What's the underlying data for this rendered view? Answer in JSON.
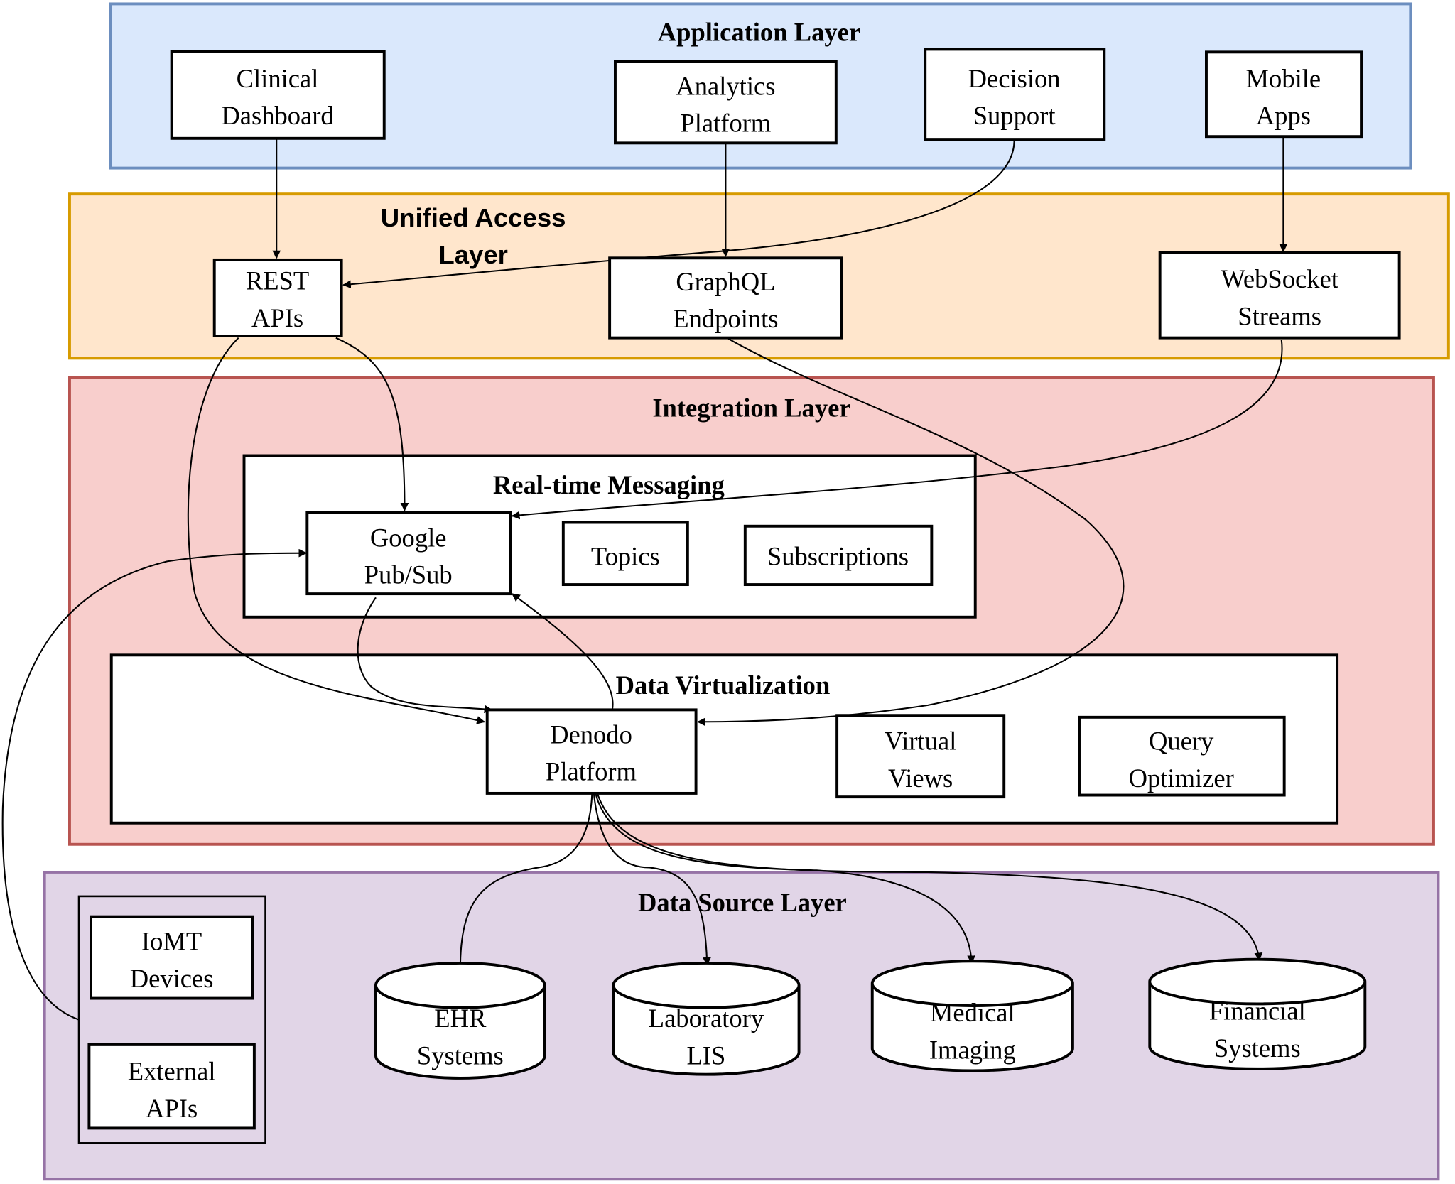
{
  "diagram": {
    "colors": {
      "application_fill": "#dae8fc",
      "application_stroke": "#6c8ebf",
      "access_fill": "#ffe6cc",
      "access_stroke": "#d79b00",
      "integration_fill": "#f8cecc",
      "integration_stroke": "#b85450",
      "source_fill": "#e1d5e7",
      "source_stroke": "#9673a6",
      "node_fill": "#ffffff",
      "edge": "#000000"
    },
    "layers": {
      "application": {
        "title": "Application Layer",
        "nodes": {
          "clinical_dashboard": [
            "Clinical",
            "Dashboard"
          ],
          "analytics_platform": [
            "Analytics",
            "Platform"
          ],
          "decision_support": [
            "Decision",
            "Support"
          ],
          "mobile_apps": [
            "Mobile",
            "Apps"
          ]
        }
      },
      "access": {
        "title": [
          "Unified Access",
          "Layer"
        ],
        "nodes": {
          "rest_apis": [
            "REST",
            "APIs"
          ],
          "graphql_endpoints": [
            "GraphQL",
            "Endpoints"
          ],
          "websocket_streams": [
            "WebSocket",
            "Streams"
          ]
        }
      },
      "integration": {
        "title": "Integration Layer",
        "messaging": {
          "title": "Real-time Messaging",
          "nodes": {
            "google_pubsub": [
              "Google",
              "Pub/Sub"
            ],
            "topics": [
              "Topics"
            ],
            "subscriptions": [
              "Subscriptions"
            ]
          }
        },
        "virtualization": {
          "title": "Data Virtualization",
          "nodes": {
            "denodo_platform": [
              "Denodo",
              "Platform"
            ],
            "virtual_views": [
              "Virtual",
              "Views"
            ],
            "query_optimizer": [
              "Query",
              "Optimizer"
            ]
          }
        }
      },
      "source": {
        "title": "Data Source Layer",
        "nodes": {
          "iomt_devices": [
            "IoMT",
            "Devices"
          ],
          "external_apis": [
            "External",
            "APIs"
          ],
          "ehr_systems": [
            "EHR",
            "Systems"
          ],
          "laboratory_lis": [
            "Laboratory",
            "LIS"
          ],
          "medical_imaging": [
            "Medical",
            "Imaging"
          ],
          "financial_systems": [
            "Financial",
            "Systems"
          ]
        }
      }
    },
    "edges": [
      {
        "from": "Clinical Dashboard",
        "to": "REST APIs"
      },
      {
        "from": "Analytics Platform",
        "to": "GraphQL Endpoints"
      },
      {
        "from": "Decision Support",
        "to": "REST APIs"
      },
      {
        "from": "Mobile Apps",
        "to": "WebSocket Streams"
      },
      {
        "from": "REST APIs",
        "to": "Google Pub/Sub"
      },
      {
        "from": "REST APIs",
        "to": "Denodo Platform"
      },
      {
        "from": "GraphQL Endpoints",
        "to": "Denodo Platform"
      },
      {
        "from": "WebSocket Streams",
        "to": "Google Pub/Sub"
      },
      {
        "from": "Google Pub/Sub",
        "to": "Denodo Platform"
      },
      {
        "from": "Denodo Platform",
        "to": "Google Pub/Sub"
      },
      {
        "from": "IoMT/External group",
        "to": "Google Pub/Sub"
      },
      {
        "from": "Denodo Platform",
        "to": "EHR Systems"
      },
      {
        "from": "Denodo Platform",
        "to": "Laboratory LIS"
      },
      {
        "from": "Denodo Platform",
        "to": "Medical Imaging"
      },
      {
        "from": "Denodo Platform",
        "to": "Financial Systems"
      }
    ]
  }
}
